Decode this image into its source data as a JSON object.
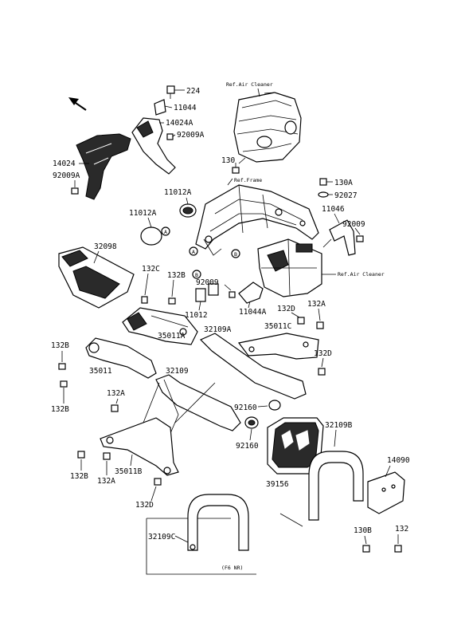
{
  "diagram": {
    "labels": {
      "p224": "224",
      "p11044": "11044",
      "p14024a": "14024A",
      "p92009a_top": "92009A",
      "p14024": "14024",
      "p92009a_left": "92009A",
      "p11012a_top": "11012A",
      "p11012a_left": "11012A",
      "p130": "130",
      "p130a": "130A",
      "p92027": "92027",
      "p11046": "11046",
      "p92009_r": "92009",
      "p32098": "32098",
      "p132c": "132C",
      "p132b_top": "132B",
      "p92009_m": "92009",
      "p11012": "11012",
      "p11044a": "11044A",
      "p132d_top": "132D",
      "p132a_r": "132A",
      "p32109a": "32109A",
      "p35011c": "35011C",
      "p132d_r": "132D",
      "p132b_l1": "132B",
      "p35011a": "35011A",
      "p35011": "35011",
      "p32109": "32109",
      "p132b_l2": "132B",
      "p132a_m": "132A",
      "p92160_a": "92160",
      "p92160_b": "92160",
      "p32109b": "32109B",
      "p14090": "14090",
      "p132b_bot": "132B",
      "p132a_bot": "132A",
      "p35011b": "35011B",
      "p39156": "39156",
      "p132d_bot": "132D",
      "p32109c": "32109C",
      "p130b": "130B",
      "p132_bot": "132"
    },
    "refs": {
      "air_cleaner_top": "Ref.Air Cleaner",
      "frame": "Ref.Frame",
      "air_cleaner_right": "Ref.Air Cleaner",
      "variant_note": "(F6 NR)"
    },
    "markers": {
      "a1": "A",
      "a2": "A",
      "b1": "B",
      "b2": "B"
    }
  }
}
